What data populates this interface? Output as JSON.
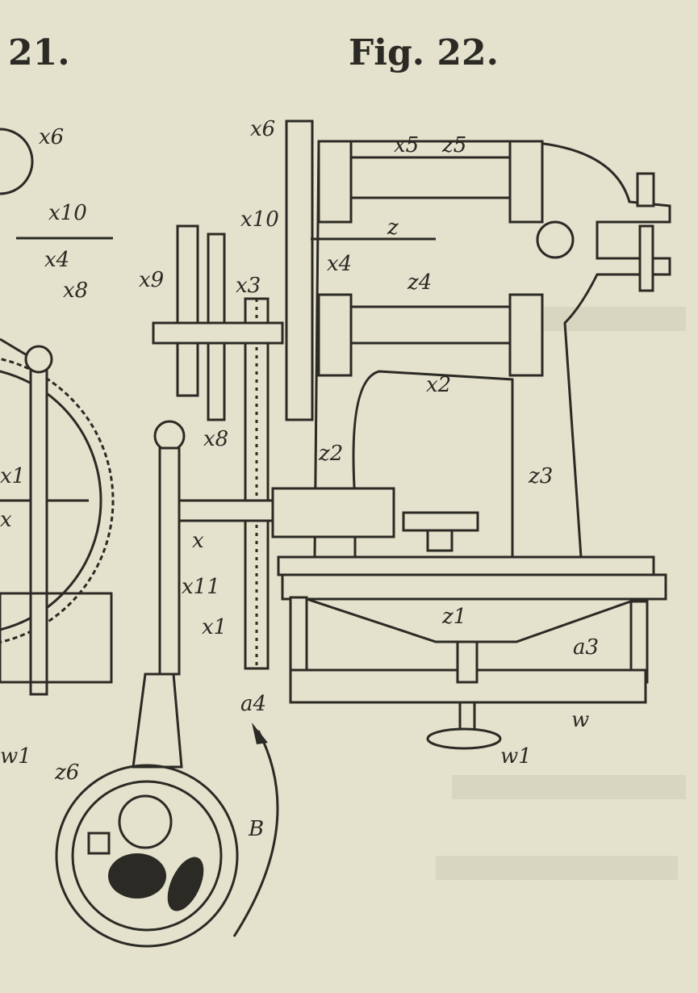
{
  "figures": {
    "left_number": "21.",
    "right_title": "Fig. 22."
  },
  "labels_fig21": [
    "x6",
    "x10",
    "x4",
    "x8",
    "x1",
    "x",
    "w1"
  ],
  "labels_fig22": {
    "x6": "x6",
    "x5": "x5",
    "z5": "z5",
    "x10": "x10",
    "z": "z",
    "x4": "x4",
    "z4": "z4",
    "x9": "x9",
    "x3": "x3",
    "x2": "x2",
    "x8": "x8",
    "z2": "z2",
    "z3": "z3",
    "x": "x",
    "x11": "x11",
    "z1": "z1",
    "a3": "a3",
    "x1": "x1",
    "a4": "a4",
    "w": "w",
    "w1": "w1",
    "z6": "z6",
    "B": "B"
  },
  "colors": {
    "paper": "#e4e2cd",
    "ink": "#2b2a24"
  }
}
